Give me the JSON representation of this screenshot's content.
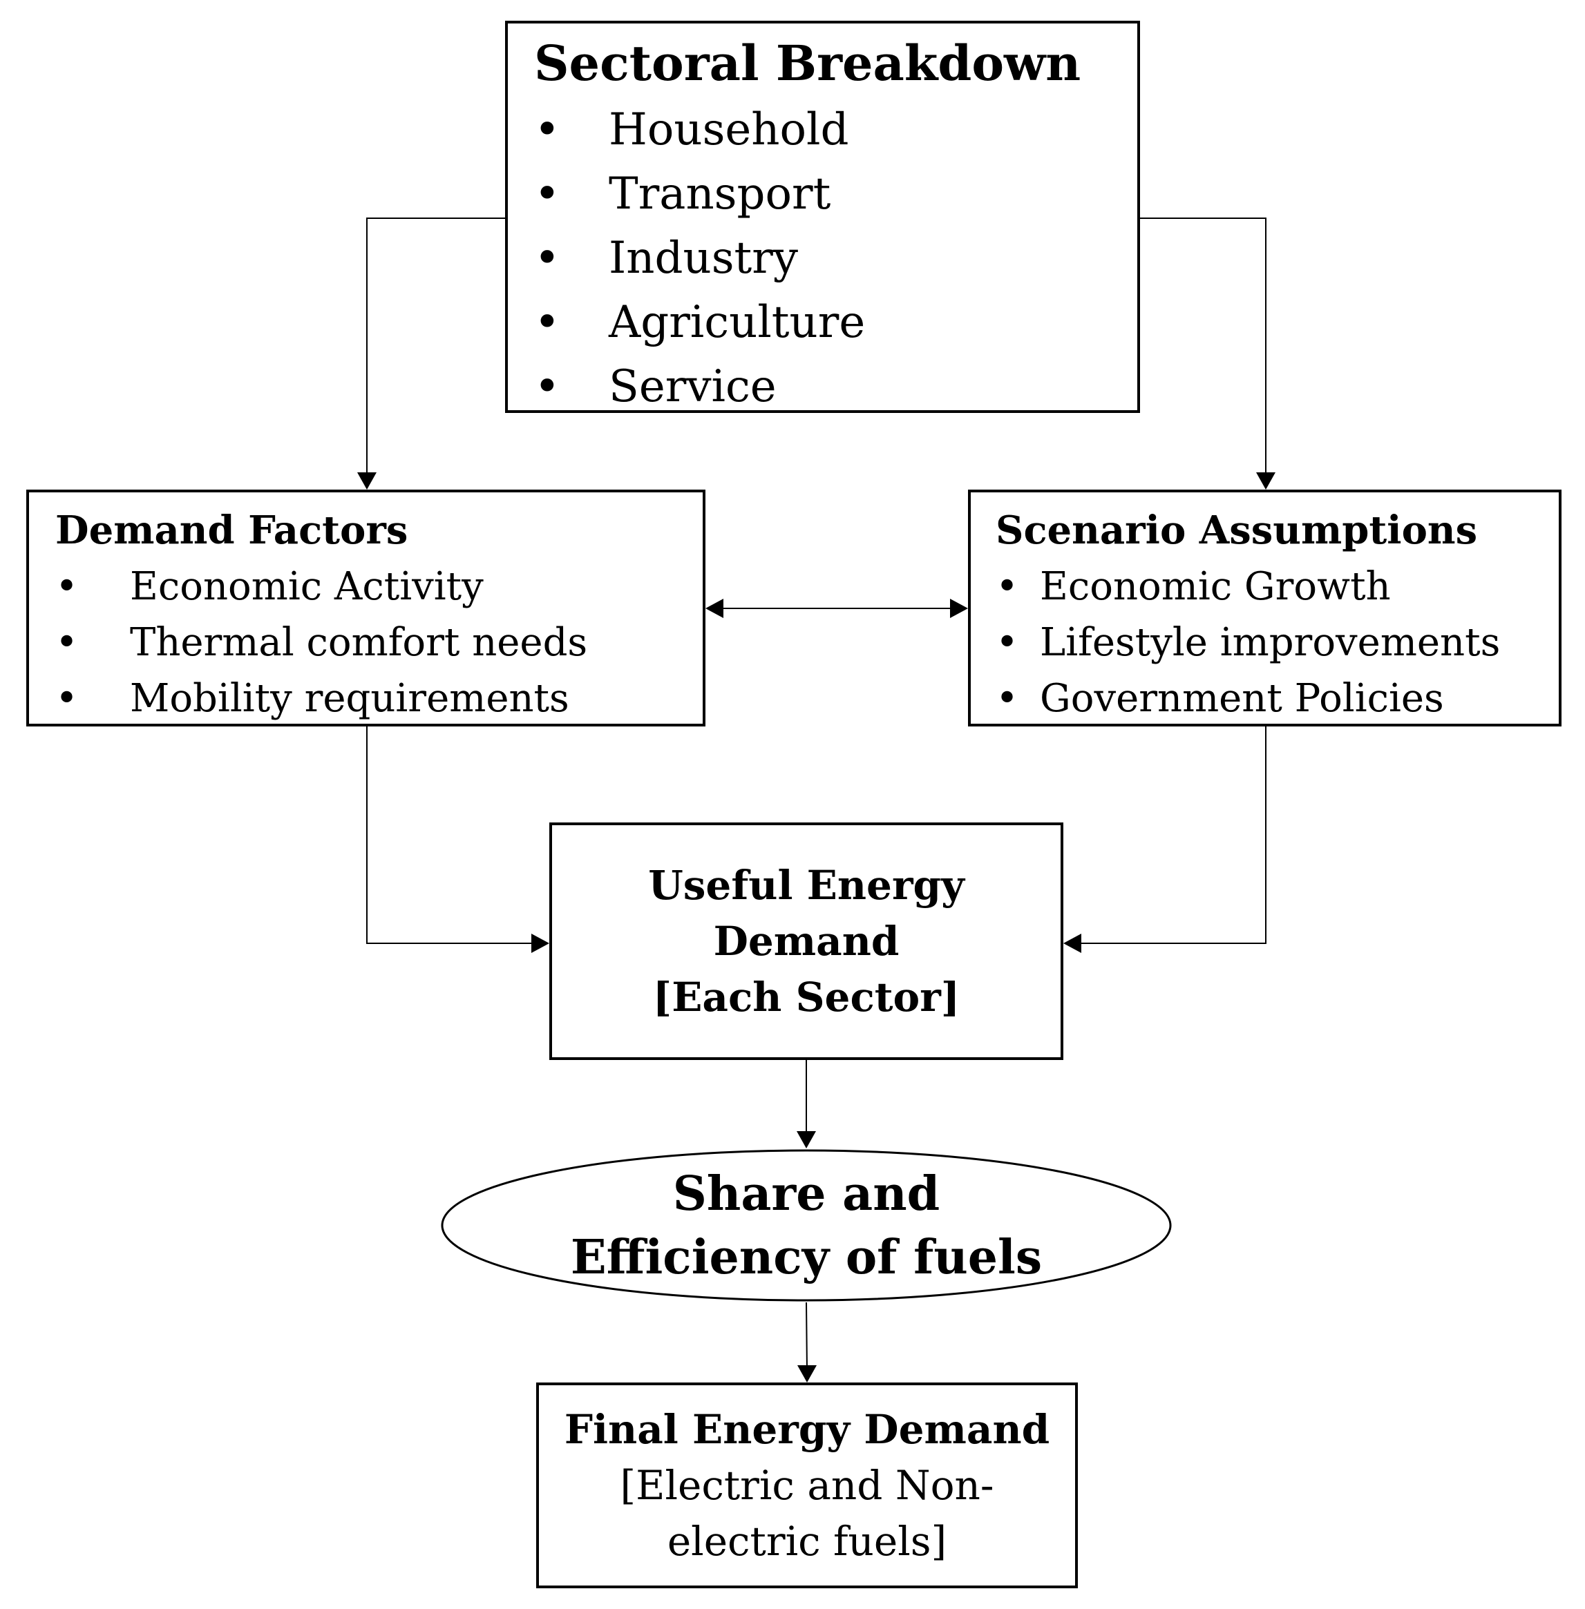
{
  "sectoral_breakdown": {
    "title": "Sectoral Breakdown",
    "bullet": "•",
    "items": [
      "Household",
      "Transport",
      "Industry",
      "Agriculture",
      "Service"
    ]
  },
  "demand_factors": {
    "title": "Demand Factors",
    "bullet": "•",
    "items": [
      "Economic Activity",
      "Thermal comfort needs",
      "Mobility requirements"
    ]
  },
  "scenario_assumptions": {
    "title": "Scenario Assumptions",
    "bullet": "•",
    "items": [
      "Economic Growth",
      "Lifestyle improvements",
      "Government Policies"
    ]
  },
  "useful_energy_demand": {
    "lines": [
      "Useful Energy",
      "Demand",
      "[Each Sector]"
    ]
  },
  "share_efficiency": {
    "lines": [
      "Share and",
      "Efficiency of fuels"
    ]
  },
  "final_energy_demand": {
    "title": "Final Energy Demand",
    "lines": [
      "[Electric and Non-",
      "electric fuels]"
    ]
  }
}
